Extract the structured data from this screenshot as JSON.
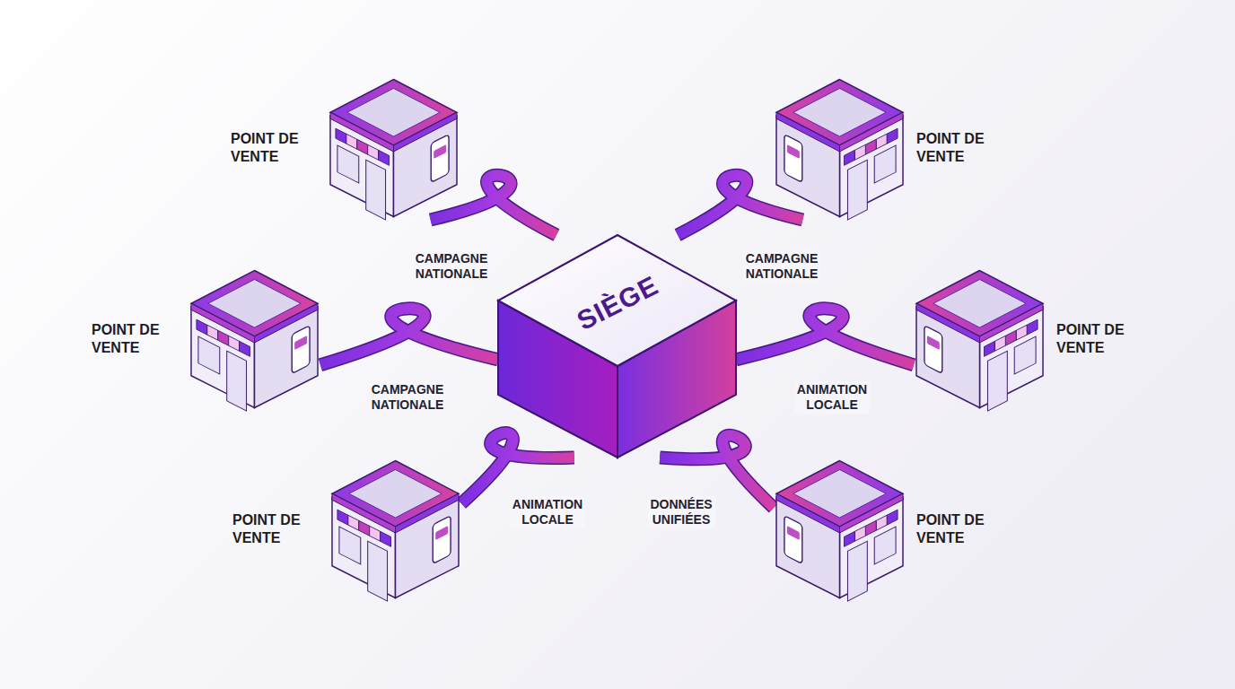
{
  "diagram": {
    "nodes": [
      {
        "text": [
          "POINT DE VENTE"
        ]
      },
      {
        "text": [
          "POINT DE VENTE"
        ]
      },
      {
        "text": [
          "POINT DE VENTE"
        ]
      },
      {
        "text": [
          "SIÈGE"
        ]
      },
      {
        "text": [
          "POINT DE VENTE"
        ]
      },
      {
        "text": [
          "POINT DE VENTE"
        ]
      },
      {
        "text": [
          "POINT DE VENTE"
        ]
      }
    ],
    "edges": [
      {
        "from": 3,
        "to": 0,
        "label": "CAMPAGNE NATIONALE",
        "arrow": "none"
      },
      {
        "from": 3,
        "to": 1,
        "label": "CAMPAGNE NATIONALE",
        "arrow": "none"
      },
      {
        "from": 3,
        "to": 2,
        "label": "CAMPAGNE NATIONALE",
        "arrow": "none"
      },
      {
        "from": 3,
        "to": 4,
        "label": "ANIMATION LOCALE",
        "arrow": "none"
      },
      {
        "from": 3,
        "to": 5,
        "label": "ANIMATION LOCALE",
        "arrow": "none"
      },
      {
        "from": 3,
        "to": 6,
        "label": "DONNÉES UNIFIÉES",
        "arrow": "none"
      }
    ]
  }
}
